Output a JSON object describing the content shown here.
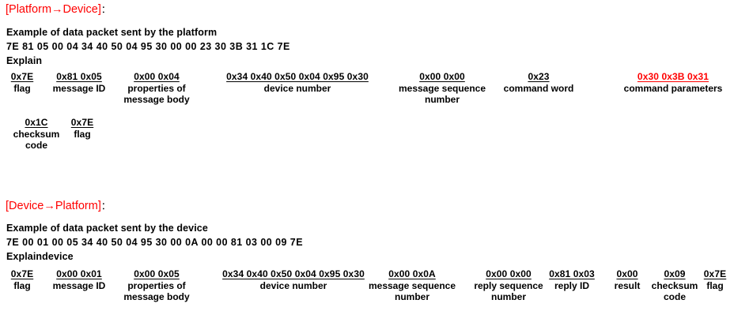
{
  "document": {
    "colors": {
      "heading_red": "#FF0000",
      "body_black": "#000000",
      "background": "#FFFFFF",
      "highlight_red": "#FF0000"
    },
    "sections": [
      {
        "heading_bracket_open": "[",
        "heading_text": "Platform→Device",
        "heading_bracket_close": "]",
        "heading_colon": "：",
        "caption": "Example of data packet sent by the platform",
        "hexdump": "7E 81 05 00 04 34 40 50 04 95 30 00 00 23 30 3B 31 1C 7E",
        "explain_label": "Explain",
        "fields": [
          {
            "hex": "0x7E ",
            "name": "flag",
            "highlight": false
          },
          {
            "hex": "0x81 0x05",
            "name": "message ID",
            "highlight": false
          },
          {
            "hex": "0x00 0x04",
            "name": "properties of message body",
            "highlight": false
          },
          {
            "hex": "0x34 0x40 0x50 0x04 0x95 0x30",
            "name": "device number",
            "highlight": false
          },
          {
            "hex": "0x00 0x00",
            "name": "message sequence number",
            "highlight": false
          },
          {
            "hex": "0x23",
            "name": "command word",
            "highlight": false
          },
          {
            "hex": "0x30 0x3B 0x31",
            "name": "command parameters",
            "highlight": true
          },
          {
            "hex": "0x1C ",
            "name": "checksum code",
            "highlight": false
          },
          {
            "hex": "0x7E",
            "name": "flag",
            "highlight": false
          }
        ]
      },
      {
        "heading_bracket_open": "[",
        "heading_text": "Device→Platform",
        "heading_bracket_close": "]",
        "heading_colon": "：",
        "caption": "Example of data packet sent by the device",
        "hexdump": "7E 00 01 00 05 34 40 50 04 95 30 00 0A 00 00 81 03 00 09 7E",
        "explain_label": "Explaindevice",
        "fields": [
          {
            "hex": "0x7E",
            "name": "flag",
            "highlight": false
          },
          {
            "hex": "0x00 0x01",
            "name": "message ID",
            "highlight": false
          },
          {
            "hex": "0x00 0x05 ",
            "name": "properties of message body",
            "highlight": false
          },
          {
            "hex": "0x34 0x40 0x50 0x04 0x95 0x30",
            "name": "device number",
            "highlight": false
          },
          {
            "hex": "0x00 0x0A",
            "name": "message sequence number",
            "highlight": false
          },
          {
            "hex": "0x00 0x00",
            "name": "reply sequence number",
            "highlight": false
          },
          {
            "hex": "0x81 0x03",
            "name": "reply ID",
            "highlight": false
          },
          {
            "hex": "0x00",
            "name": "result",
            "highlight": false
          },
          {
            "hex": "0x09 ",
            "name": "checksum code",
            "highlight": false
          },
          {
            "hex": "0x7E",
            "name": "flag",
            "highlight": false
          }
        ]
      }
    ]
  }
}
